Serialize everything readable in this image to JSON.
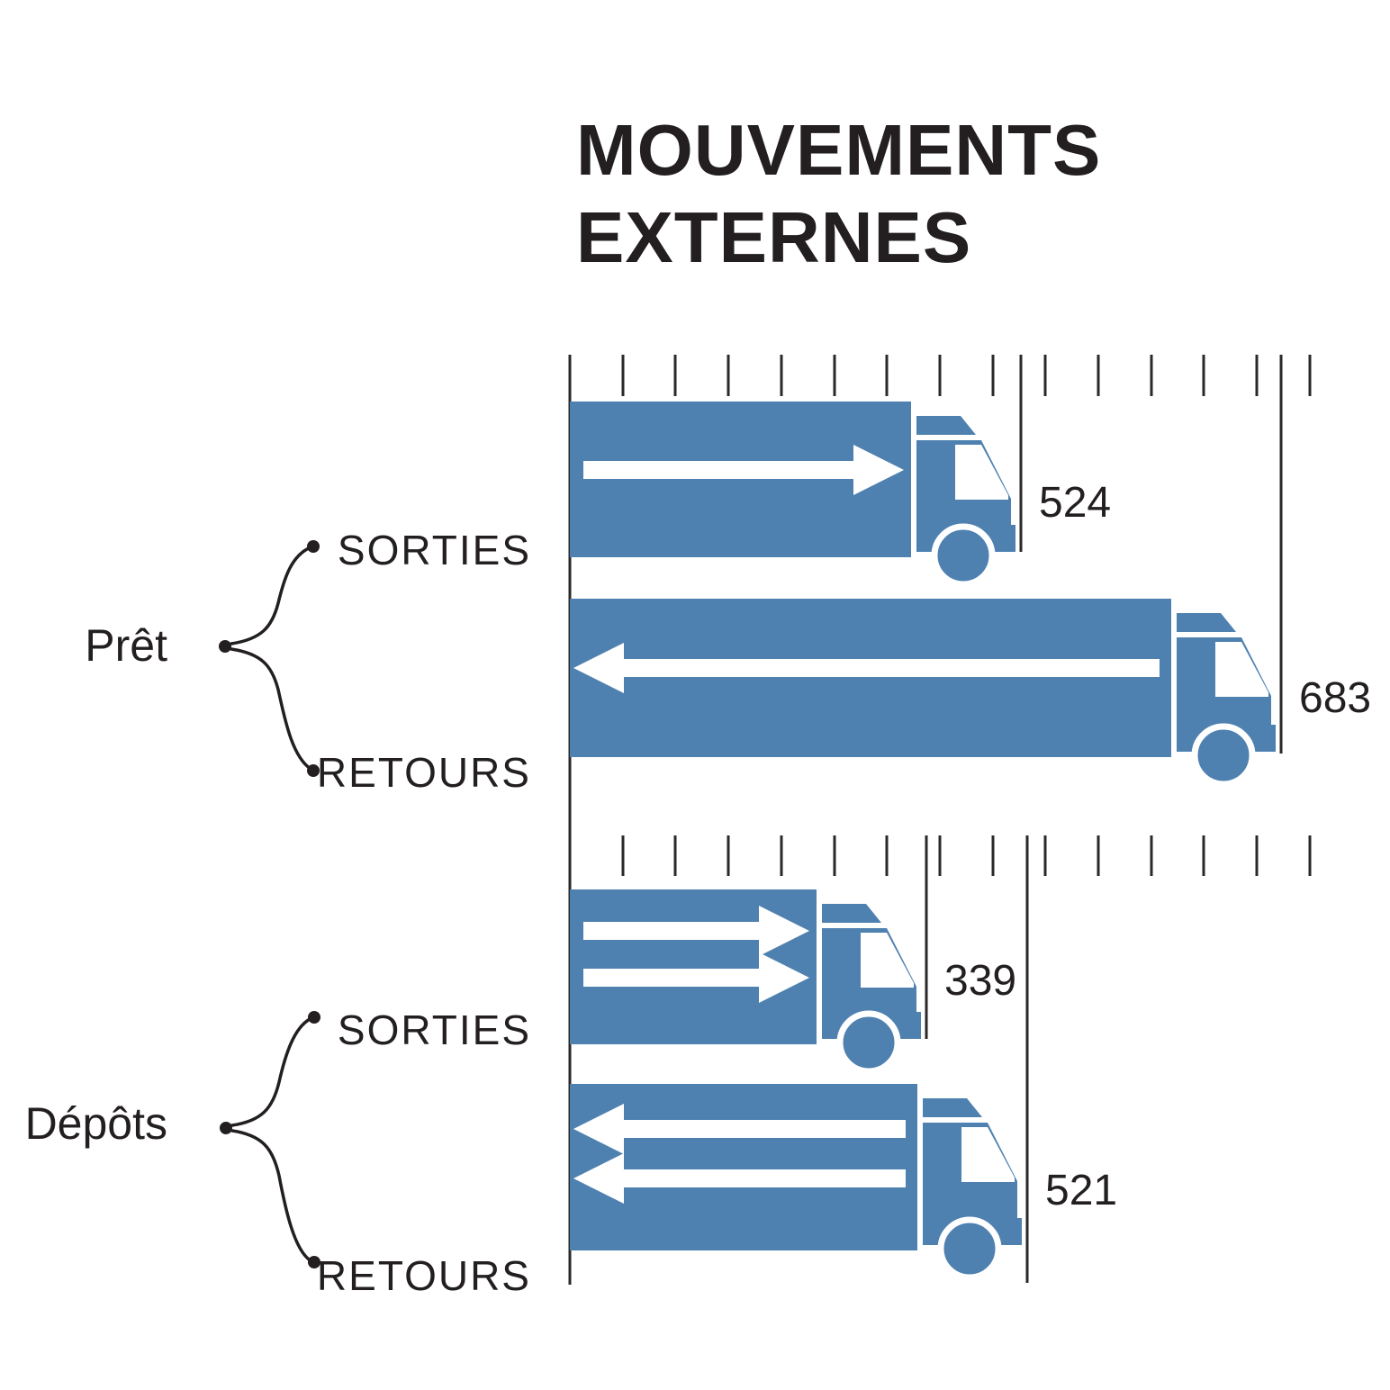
{
  "title": {
    "line1": "MOUVEMENTS",
    "line2": "EXTERNES"
  },
  "colors": {
    "truck_blue": "#4e81b0",
    "ink": "#231f20",
    "line": "#2b2829",
    "background": "#ffffff"
  },
  "chart_data": {
    "type": "bar",
    "orientation": "horizontal",
    "title": "MOUVEMENTS EXTERNES",
    "unit": "",
    "x_axis": {
      "tick_count": 15,
      "tick_labels": "none",
      "gridlines": "short ruler ticks above each group"
    },
    "legend_position": "left",
    "groups": [
      {
        "label": "Prêt",
        "rows": [
          {
            "label": "SORTIES",
            "value": 524,
            "direction": "right",
            "arrow_count": 1,
            "icon": "truck-icon",
            "arrow_icon": "arrow-right-icon"
          },
          {
            "label": "RETOURS",
            "value": 683,
            "direction": "left",
            "arrow_count": 1,
            "icon": "truck-icon",
            "arrow_icon": "arrow-left-icon"
          }
        ]
      },
      {
        "label": "Dépôts",
        "rows": [
          {
            "label": "SORTIES",
            "value": 339,
            "direction": "right",
            "arrow_count": 2,
            "icon": "truck-icon",
            "arrow_icon": "arrow-right-icon"
          },
          {
            "label": "RETOURS",
            "value": 521,
            "direction": "left",
            "arrow_count": 2,
            "icon": "truck-icon",
            "arrow_icon": "arrow-left-icon"
          }
        ]
      }
    ]
  }
}
